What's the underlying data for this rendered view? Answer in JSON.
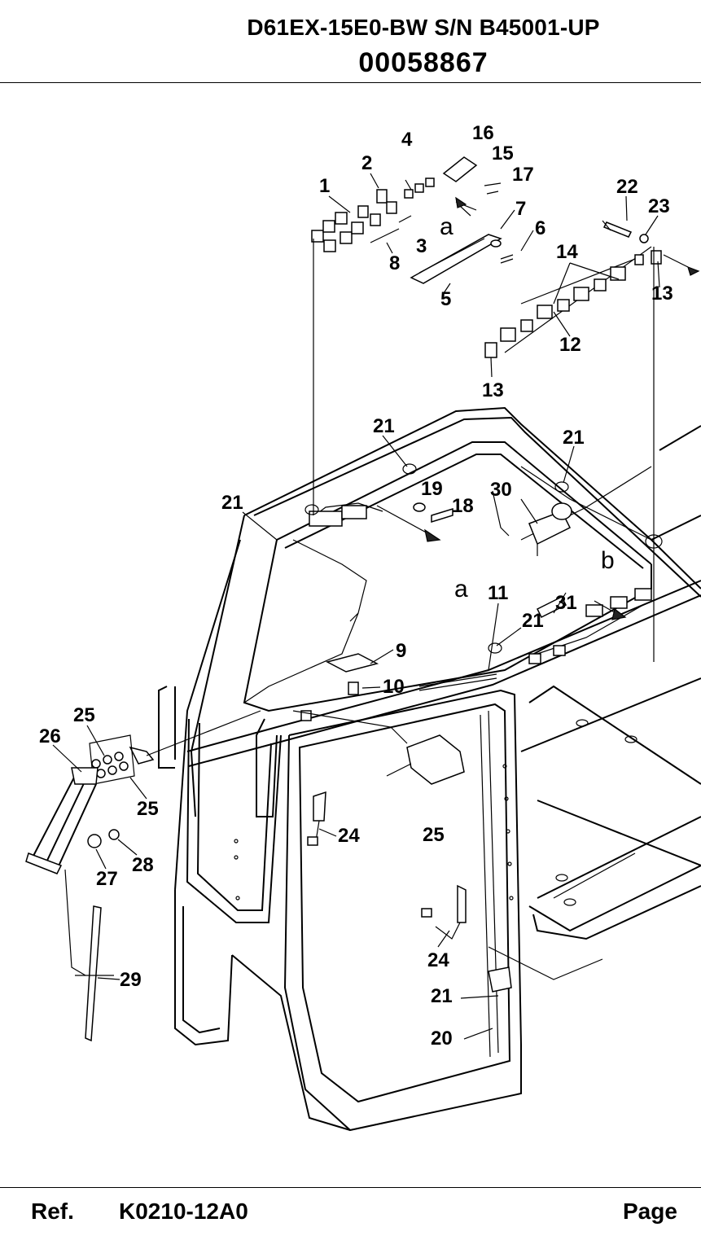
{
  "header": {
    "model_line": "D61EX-15E0-BW S/N B45001-UP",
    "part_number": "00058867"
  },
  "diagram": {
    "callouts": [
      {
        "id": "c1",
        "label": "1"
      },
      {
        "id": "c2",
        "label": "2"
      },
      {
        "id": "c3",
        "label": "3"
      },
      {
        "id": "c4",
        "label": "4"
      },
      {
        "id": "c5",
        "label": "5"
      },
      {
        "id": "c6",
        "label": "6"
      },
      {
        "id": "c7",
        "label": "7"
      },
      {
        "id": "c8",
        "label": "8"
      },
      {
        "id": "c9",
        "label": "9"
      },
      {
        "id": "c10",
        "label": "10"
      },
      {
        "id": "c11",
        "label": "11"
      },
      {
        "id": "c12",
        "label": "12"
      },
      {
        "id": "c13a",
        "label": "13"
      },
      {
        "id": "c13b",
        "label": "13"
      },
      {
        "id": "c14",
        "label": "14"
      },
      {
        "id": "c15",
        "label": "15"
      },
      {
        "id": "c16",
        "label": "16"
      },
      {
        "id": "c17",
        "label": "17"
      },
      {
        "id": "c18",
        "label": "18"
      },
      {
        "id": "c19",
        "label": "19"
      },
      {
        "id": "c20",
        "label": "20"
      },
      {
        "id": "c21a",
        "label": "21"
      },
      {
        "id": "c21b",
        "label": "21"
      },
      {
        "id": "c21c",
        "label": "21"
      },
      {
        "id": "c21d",
        "label": "21"
      },
      {
        "id": "c21e",
        "label": "21"
      },
      {
        "id": "c22",
        "label": "22"
      },
      {
        "id": "c23",
        "label": "23"
      },
      {
        "id": "c24a",
        "label": "24"
      },
      {
        "id": "c24b",
        "label": "24"
      },
      {
        "id": "c25a",
        "label": "25"
      },
      {
        "id": "c25b",
        "label": "25"
      },
      {
        "id": "c25c",
        "label": "25"
      },
      {
        "id": "c26",
        "label": "26"
      },
      {
        "id": "c27",
        "label": "27"
      },
      {
        "id": "c28",
        "label": "28"
      },
      {
        "id": "c29",
        "label": "29"
      },
      {
        "id": "c30",
        "label": "30"
      },
      {
        "id": "c31",
        "label": "31"
      }
    ],
    "view_letters": [
      {
        "id": "la1",
        "label": "a"
      },
      {
        "id": "la2",
        "label": "a"
      },
      {
        "id": "lb",
        "label": "b"
      }
    ]
  },
  "footer": {
    "ref_label": "Ref.",
    "ref_code": "K0210-12A0",
    "page_label": "Page"
  }
}
